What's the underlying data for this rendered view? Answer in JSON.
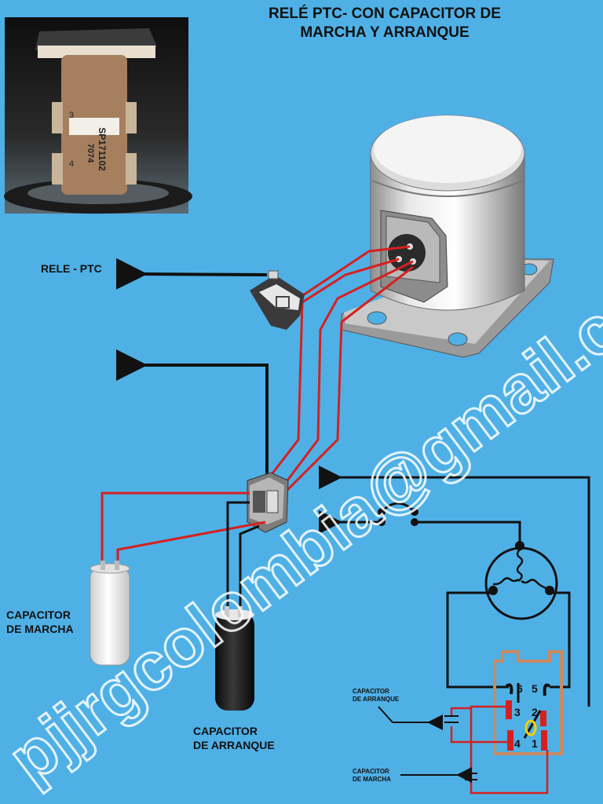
{
  "title_line1": "RELÉ PTC- CON CAPACITOR DE",
  "title_line2": "MARCHA Y ARRANQUE",
  "photo_markings": {
    "part_number": "SP171102",
    "code": "7074",
    "pin_3": "3",
    "pin_4": "4"
  },
  "labels": {
    "rele_ptc": "RELE - PTC",
    "cap_marcha": [
      "CAPACITOR",
      "DE MARCHA"
    ],
    "cap_arranque": [
      "CAPACITOR",
      "DE ARRANQUE"
    ],
    "schem_cap_arranque": [
      "CAPACITOR",
      "DE ARRANQUE"
    ],
    "schem_cap_marcha": [
      "CAPACITOR",
      "DE MARCHA"
    ]
  },
  "terminals": [
    "6",
    "5",
    "3",
    "2",
    "4",
    "1"
  ],
  "watermark": "pjjrgcolombia@gmail.com",
  "colors": {
    "background": "#4fb0e6",
    "wire_red": "#d52020",
    "wire_black": "#111111",
    "relay_outline": "#c98a62"
  }
}
